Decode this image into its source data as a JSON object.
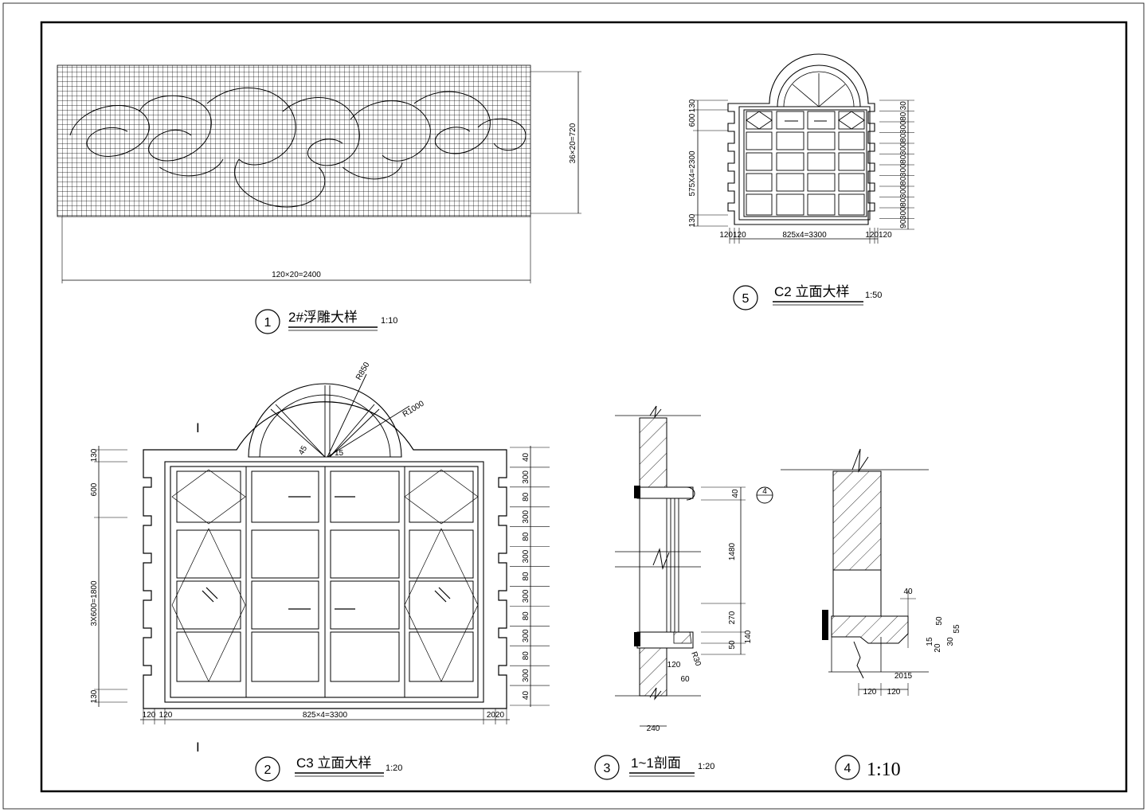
{
  "views": {
    "v1": {
      "number": "1",
      "title": "2#浮雕大样",
      "scale": "1:10",
      "dim_width": "120×20=2400",
      "dim_height": "36×20=720"
    },
    "v5": {
      "number": "5",
      "title": "C2 立面大样",
      "scale": "1:50",
      "dim_width": "825x4=3300",
      "dim_left_top": "600",
      "dim_left_top2": "130",
      "dim_left_mid": "575X4=2300",
      "dim_left_bot": "130",
      "dim_bottom_l": "120120",
      "dim_bottom_r": "120120",
      "right_dims": [
        "30",
        "80",
        "300",
        "80",
        "300",
        "80",
        "300",
        "80",
        "300",
        "80",
        "300",
        "90"
      ]
    },
    "v2": {
      "number": "2",
      "title": "C3 立面大样",
      "scale": "1:20",
      "dim_width": "825×4=3300",
      "dim_top": "130",
      "dim_600": "600",
      "dim_3x600": "3X600=1800",
      "dim_bottom": "130",
      "dim_bl1": "120",
      "dim_bl2": "120",
      "dim_br": "2020",
      "radius_outer": "R850",
      "radius_inner": "R1000",
      "angle_a": "45",
      "angle_b": "15",
      "section_mark": "I",
      "right_dims": [
        "40",
        "300",
        "80",
        "300",
        "80",
        "300",
        "80",
        "300",
        "80",
        "300",
        "80",
        "300",
        "40"
      ]
    },
    "v3": {
      "number": "3",
      "title": "1~1剖面",
      "scale": "1:20",
      "dim_40": "40",
      "dim_1480": "1480",
      "dim_270": "270",
      "dim_50": "50",
      "dim_140": "140",
      "dim_r30": "R30",
      "dim_120": "120",
      "dim_60": "60",
      "dim_240": "240",
      "callout": "4"
    },
    "v4": {
      "number": "4",
      "scale": "1:10",
      "dim_40": "40",
      "dim_50": "50",
      "dim_55": "55",
      "dim_30": "30",
      "dim_20": "20",
      "dim_15": "15",
      "dim_2015": "2015",
      "dim_120a": "120",
      "dim_120b": "120"
    }
  }
}
